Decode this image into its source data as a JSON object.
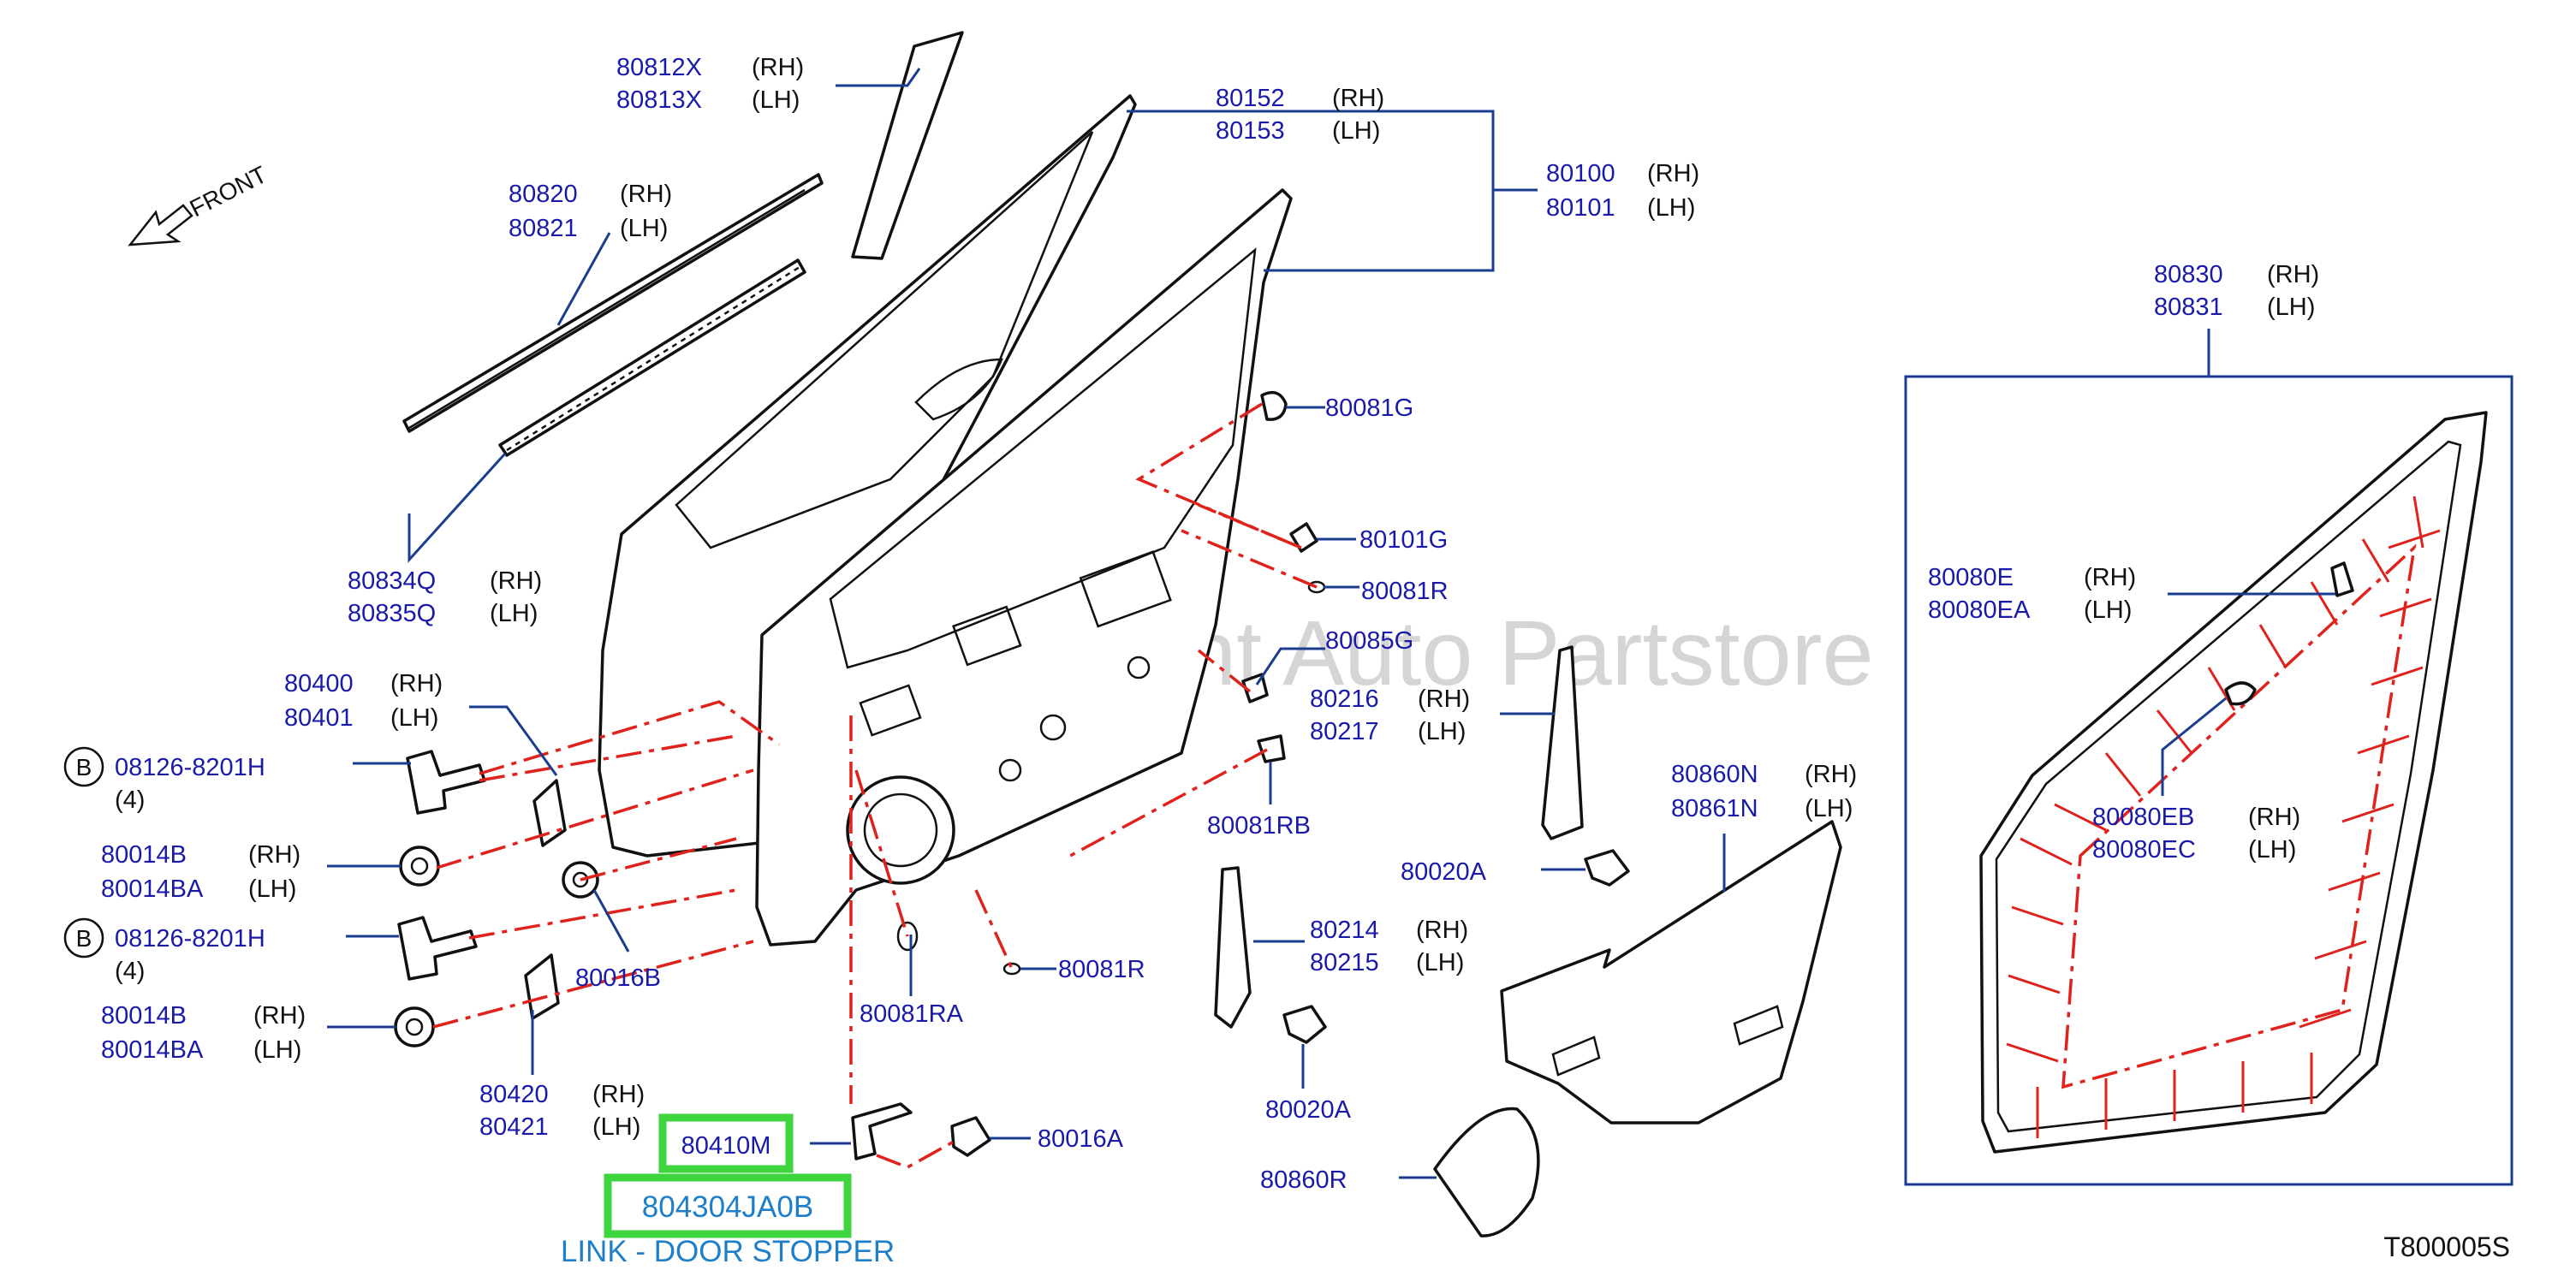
{
  "watermark": "Multi-Merchant Auto Partstore",
  "front_label": "FRONT",
  "diagram_code": "T800005S",
  "highlight": {
    "part_box": "80410M",
    "part_number": "804304JA0B",
    "caption": "LINK - DOOR STOPPER"
  },
  "bolt_marker": "B",
  "callouts": {
    "c80812": {
      "pn1": "80812X",
      "s1": "(RH)",
      "pn2": "80813X",
      "s2": "(LH)"
    },
    "c80152": {
      "pn1": "80152",
      "s1": "(RH)",
      "pn2": "80153",
      "s2": "(LH)"
    },
    "c80100": {
      "pn1": "80100",
      "s1": "(RH)",
      "pn2": "80101",
      "s2": "(LH)"
    },
    "c80820": {
      "pn1": "80820",
      "s1": "(RH)",
      "pn2": "80821",
      "s2": "(LH)"
    },
    "c80834": {
      "pn1": "80834Q",
      "s1": "(RH)",
      "pn2": "80835Q",
      "s2": "(LH)"
    },
    "c80400": {
      "pn1": "80400",
      "s1": "(RH)",
      "pn2": "80401",
      "s2": "(LH)"
    },
    "c80014a": {
      "pn1": "80014B",
      "s1": "(RH)",
      "pn2": "80014BA",
      "s2": "(LH)"
    },
    "c80014b": {
      "pn1": "80014B",
      "s1": "(RH)",
      "pn2": "80014BA",
      "s2": "(LH)"
    },
    "c80420": {
      "pn1": "80420",
      "s1": "(RH)",
      "pn2": "80421",
      "s2": "(LH)"
    },
    "c80216": {
      "pn1": "80216",
      "s1": "(RH)",
      "pn2": "80217",
      "s2": "(LH)"
    },
    "c80214": {
      "pn1": "80214",
      "s1": "(RH)",
      "pn2": "80215",
      "s2": "(LH)"
    },
    "c80860": {
      "pn1": "80860N",
      "s1": "(RH)",
      "pn2": "80861N",
      "s2": "(LH)"
    },
    "c80830": {
      "pn1": "80830",
      "s1": "(RH)",
      "pn2": "80831",
      "s2": "(LH)"
    },
    "c80080e": {
      "pn1": "80080E",
      "s1": "(RH)",
      "pn2": "80080EA",
      "s2": "(LH)"
    },
    "c80080eb": {
      "pn1": "80080EB",
      "s1": "(RH)",
      "pn2": "80080EC",
      "s2": "(LH)"
    }
  },
  "bolts": {
    "upper": {
      "pn": "08126-8201H",
      "qty": "(4)"
    },
    "lower": {
      "pn": "08126-8201H",
      "qty": "(4)"
    }
  },
  "single_parts": {
    "p80081G": "80081G",
    "p80101G": "80101G",
    "p80081R": "80081R",
    "p80085G": "80085G",
    "p80081RB": "80081RB",
    "p80020Aa": "80020A",
    "p80016B": "80016B",
    "p80081Rb": "80081R",
    "p80081RA": "80081RA",
    "p80016A": "80016A",
    "p80020Ab": "80020A",
    "p80860R": "80860R"
  }
}
